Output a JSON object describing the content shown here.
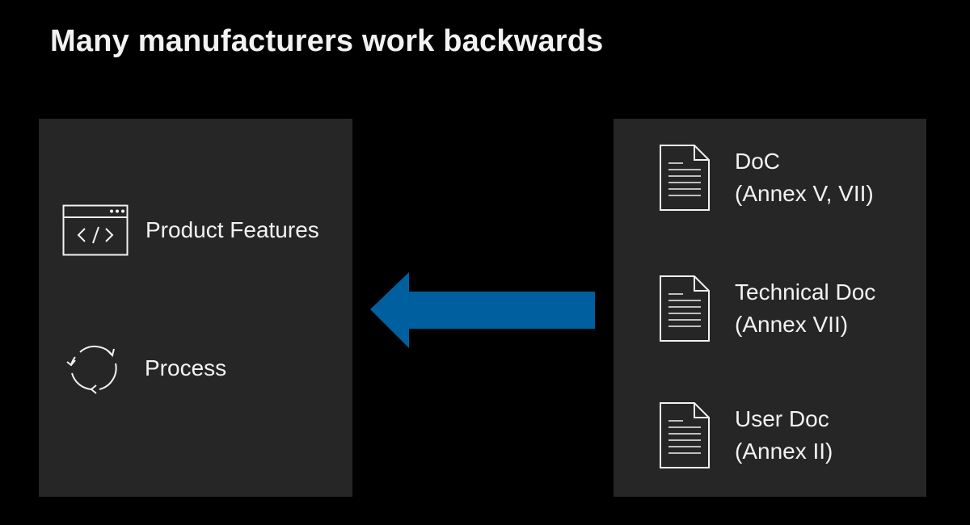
{
  "title": "Many manufacturers work backwards",
  "left_panel": {
    "items": [
      {
        "label": "Product Features",
        "icon": "code-window-icon"
      },
      {
        "label": "Process",
        "icon": "cycle-arrows-icon"
      }
    ]
  },
  "right_panel": {
    "items": [
      {
        "line1": "DoC",
        "line2": "(Annex V, VII)",
        "icon": "document-icon"
      },
      {
        "line1": "Technical Doc",
        "line2": "(Annex VII)",
        "icon": "document-icon"
      },
      {
        "line1": "User Doc",
        "line2": "(Annex II)",
        "icon": "document-icon"
      }
    ]
  },
  "arrow": {
    "direction": "left",
    "color": "#005f9e"
  },
  "colors": {
    "background": "#000000",
    "panel": "#262626",
    "text": "#f2f2f2",
    "accent": "#005f9e"
  }
}
